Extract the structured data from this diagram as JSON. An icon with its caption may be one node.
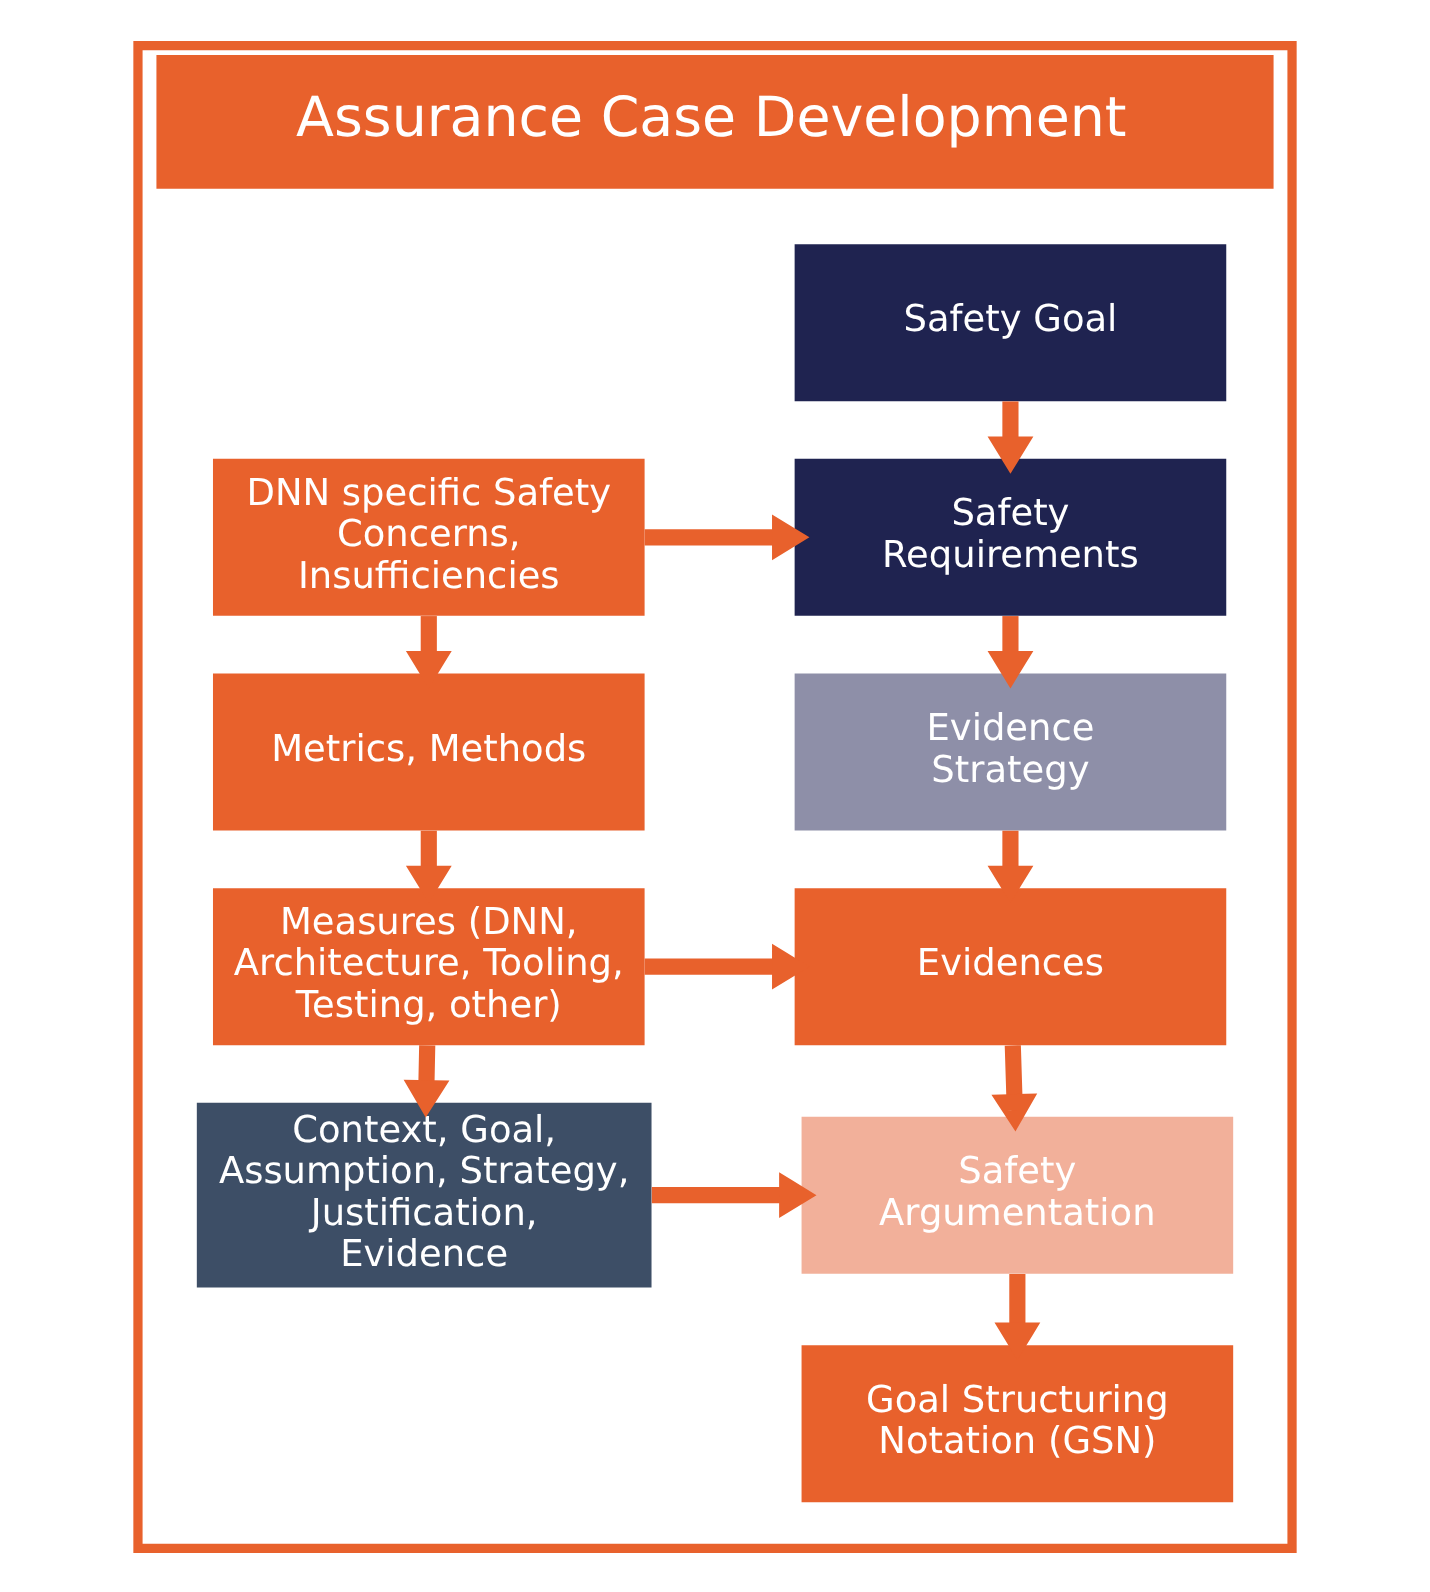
{
  "diagram": {
    "nodes": [
      {
        "text": [
          "Assurance Case Development"
        ]
      },
      {
        "text": [
          "Safety Goal"
        ],
        "in": 0
      },
      {
        "text": [
          "Safety Requirements"
        ],
        "in": 0
      },
      {
        "text": [
          "DNN specific Safety Concerns, Insufficiencies"
        ],
        "in": 0
      },
      {
        "text": [
          "Evidence Strategy"
        ],
        "in": 0
      },
      {
        "text": [
          "Metrics, Methods"
        ],
        "in": 0
      },
      {
        "text": [
          "Evidences"
        ],
        "in": 0
      },
      {
        "text": [
          "Measures (DNN, Architecture, Tooling, Testing, other)"
        ],
        "in": 0
      },
      {
        "text": [
          "Safety Argumentation"
        ],
        "in": 0
      },
      {
        "text": [
          "Context, Goal, Assumption, Strategy, Justification, Evidence"
        ],
        "in": 0
      },
      {
        "text": [
          "Goal Structuring Notation (GSN)"
        ],
        "in": 0
      }
    ],
    "edges": [
      {
        "from": 1,
        "to": 2,
        "arrow": "to"
      },
      {
        "from": 3,
        "to": 2,
        "arrow": "to"
      },
      {
        "from": 2,
        "to": 4,
        "arrow": "to"
      },
      {
        "from": 3,
        "to": 5,
        "arrow": "to"
      },
      {
        "from": 4,
        "to": 6,
        "arrow": "to"
      },
      {
        "from": 5,
        "to": 7,
        "arrow": "to"
      },
      {
        "from": 7,
        "to": 6,
        "arrow": "to"
      },
      {
        "from": 6,
        "to": 8,
        "arrow": "to"
      },
      {
        "from": 7,
        "to": 9,
        "arrow": "to"
      },
      {
        "from": 9,
        "to": 8,
        "arrow": "to"
      },
      {
        "from": 8,
        "to": 10,
        "arrow": "to"
      }
    ]
  }
}
